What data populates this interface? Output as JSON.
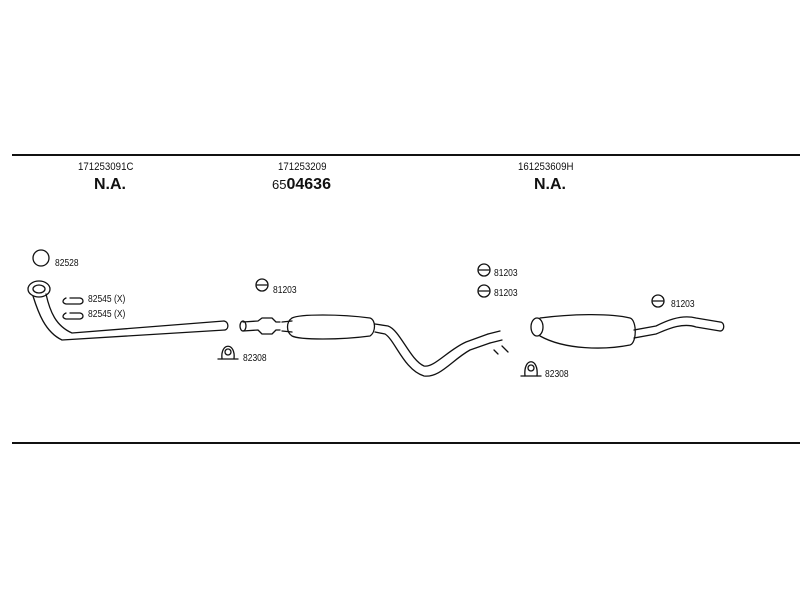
{
  "groups": [
    {
      "part_number": "171253091C",
      "main": "N.A."
    },
    {
      "part_number": "171253209",
      "main_prefix": "65",
      "main": "04636"
    },
    {
      "part_number": "161253609H",
      "main": "N.A."
    }
  ],
  "labels": {
    "ring": "82528",
    "bracket_1": "82545 (X)",
    "bracket_2": "82545 (X)",
    "clamp_left": "82308",
    "gasket_left": "81203",
    "gasket_mid_1": "81203",
    "gasket_mid_2": "81203",
    "clamp_right": "82308",
    "gasket_right": "81203"
  }
}
